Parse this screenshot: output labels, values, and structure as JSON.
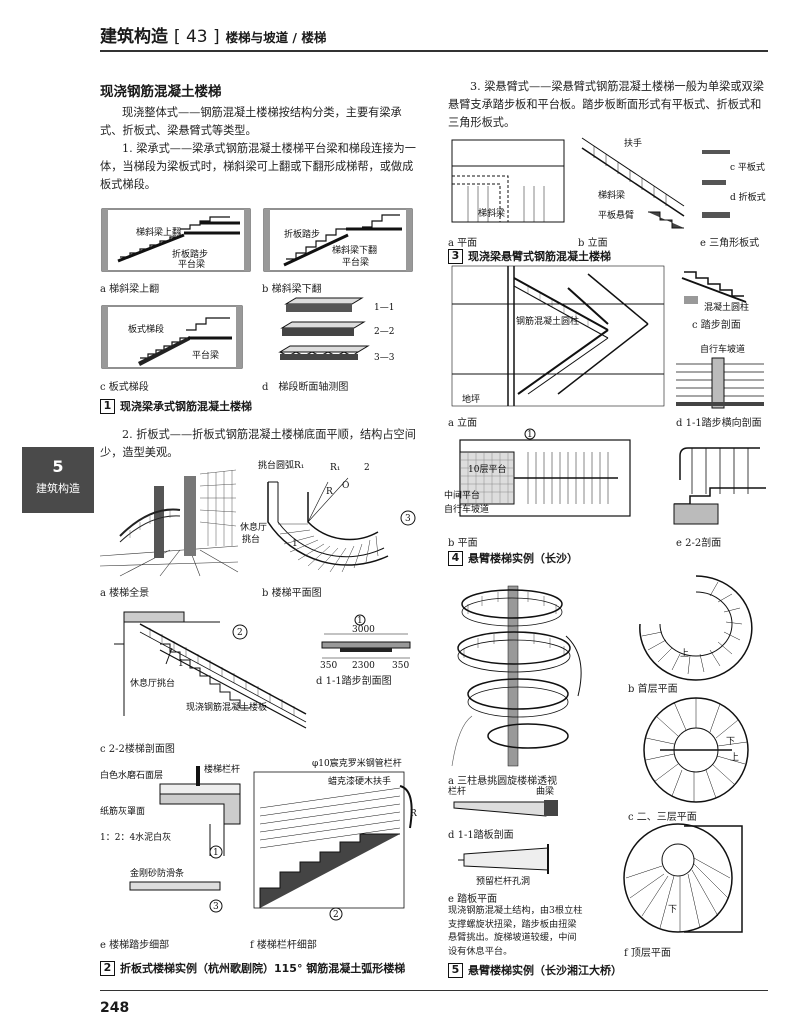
{
  "header": {
    "title": "建筑构造",
    "chapter_num": "[ 43 ]",
    "subtitle": "楼梯与坡道 / 楼梯"
  },
  "side_tab": {
    "number": "5",
    "label": "建筑构造"
  },
  "page_number": "248",
  "left": {
    "heading": "现浇钢筋混凝土楼梯",
    "intro": "现浇整体式——钢筋混凝土楼梯按结构分类，主要有梁承式、折板式、梁悬臂式等类型。",
    "p1": "1. 梁承式——梁承式钢筋混凝土楼梯平台梁和梯段连接为一体，当梯段为梁板式时，梯斜梁可上翻或下翻形成梯帮，或做成板式梯段。",
    "fig1": {
      "a_caption": "a 梯斜梁上翻",
      "b_caption": "b 梯斜梁下翻",
      "c_caption": "c 板式梯段",
      "d_caption": "d　梯段断面轴测图",
      "a_labels": [
        "梯斜梁上翻",
        "折板踏步",
        "平台梁"
      ],
      "b_labels": [
        "折板踏步",
        "梯斜梁下翻",
        "平台梁"
      ],
      "c_labels": [
        "板式梯段",
        "平台梁"
      ],
      "d_labels": [
        "1—1",
        "2—2",
        "3—3"
      ],
      "num": "1",
      "title": "现浇梁承式钢筋混凝土楼梯"
    },
    "p2": "2. 折板式——折板式钢筋混凝土楼梯底面平顺，结构占空间少，造型美观。",
    "fig2": {
      "a_caption": "a 楼梯全景",
      "b_caption": "b 楼梯平面图",
      "b_labels": [
        "挑台圆弧R₁",
        "休息厅",
        "挑台",
        "R",
        "O",
        "R₁"
      ],
      "c_caption": "c 2-2楼梯剖面图",
      "c_labels": [
        "休息厅挑台",
        "现浇钢筋混凝土楼板"
      ],
      "d_caption": "d 1-1踏步剖面图",
      "d_dims": [
        "3000",
        "350",
        "2300",
        "350"
      ],
      "e_caption": "e 楼梯踏步细部",
      "e_labels": [
        "白色水磨石面层",
        "楼梯栏杆",
        "纸筋灰罩面",
        "1：2：4水泥白灰",
        "金刚砂防滑条"
      ],
      "f_caption": "f 楼梯栏杆细部",
      "f_labels": [
        "φ10宸克罗米钢管栏杆",
        "蜡克漆硬木扶手",
        "R"
      ],
      "num": "2",
      "title": "折板式楼梯实例（杭州歌剧院）115° 钢筋混凝土弧形楼梯"
    }
  },
  "right": {
    "p3": "3. 梁悬臂式——梁悬臂式钢筋混凝土楼梯一般为单梁或双梁悬臂支承踏步板和平台板。踏步板断面形式有平板式、折板式和三角形板式。",
    "fig3": {
      "a_caption": "a 平面",
      "b_caption": "b 立面",
      "e_caption": "e 三角形板式",
      "labels": [
        "梯斜梁",
        "扶手",
        "梯斜梁",
        "平板悬臂",
        "c 平板式",
        "d 折板式"
      ],
      "num": "3",
      "title": "现浇梁悬臂式钢筋混凝土楼梯"
    },
    "fig4": {
      "a_caption": "a 立面",
      "b_caption": "b 平面",
      "c_caption": "c 踏步剖面",
      "d_caption": "d 1-1踏步横向剖面",
      "e_caption": "e 2-2剖面",
      "labels": [
        "钢筋混凝土圆柱",
        "地坪",
        "混凝土圆柱",
        "自行车坡道",
        "10层平台",
        "中间平台",
        "自行车坡道"
      ],
      "num": "4",
      "title": "悬臂楼梯实例（长沙）"
    },
    "fig5": {
      "a_caption": "a 三柱悬挑圆旋楼梯透视",
      "b_caption": "b 首层平面",
      "c_caption": "c 二、三层平面",
      "d_caption": "d 1-1踏板剖面",
      "e_caption": "e 踏板平面",
      "f_caption": "f 顶层平面",
      "labels": [
        "栏杆",
        "曲梁",
        "预留栏杆孔洞",
        "上",
        "下",
        "上",
        "下"
      ],
      "note": "现浇钢筋混凝土结构，由3根立柱支撑螺旋状扭梁，踏步板由扭梁悬臂挑出。旋梯坡道较缓，中间设有休息平台。",
      "num": "5",
      "title": "悬臂楼梯实例（长沙湘江大桥）"
    }
  }
}
